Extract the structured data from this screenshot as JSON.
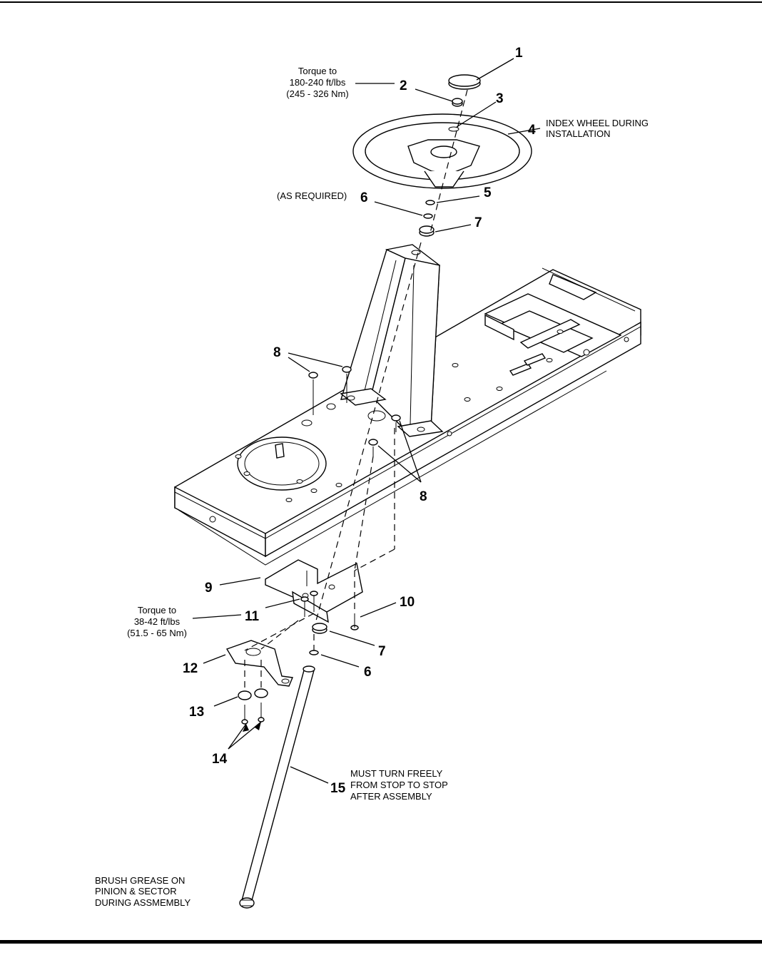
{
  "diagram": {
    "callouts": [
      {
        "n": "1"
      },
      {
        "n": "2"
      },
      {
        "n": "3"
      },
      {
        "n": "4"
      },
      {
        "n": "5"
      },
      {
        "n": "6"
      },
      {
        "n": "7"
      },
      {
        "n": "8"
      },
      {
        "n": "8"
      },
      {
        "n": "9"
      },
      {
        "n": "10"
      },
      {
        "n": "11"
      },
      {
        "n": "7"
      },
      {
        "n": "12"
      },
      {
        "n": "6"
      },
      {
        "n": "13"
      },
      {
        "n": "14"
      },
      {
        "n": "15"
      }
    ],
    "notes": {
      "torque_upper": [
        "Torque to",
        "180-240 ft/lbs",
        "(245 - 326 Nm)"
      ],
      "index_wheel": [
        "INDEX WHEEL DURING",
        "INSTALLATION"
      ],
      "as_required": "(AS REQUIRED)",
      "torque_lower": [
        "Torque to",
        "38-42 ft/lbs",
        "(51.5 - 65 Nm)"
      ],
      "turn_freely": [
        "MUST TURN FREELY",
        "FROM STOP TO STOP",
        "AFTER ASSEMBLY"
      ],
      "grease": [
        "BRUSH GREASE ON",
        "PINION & SECTOR",
        "DURING ASSMEMBLY"
      ]
    }
  }
}
